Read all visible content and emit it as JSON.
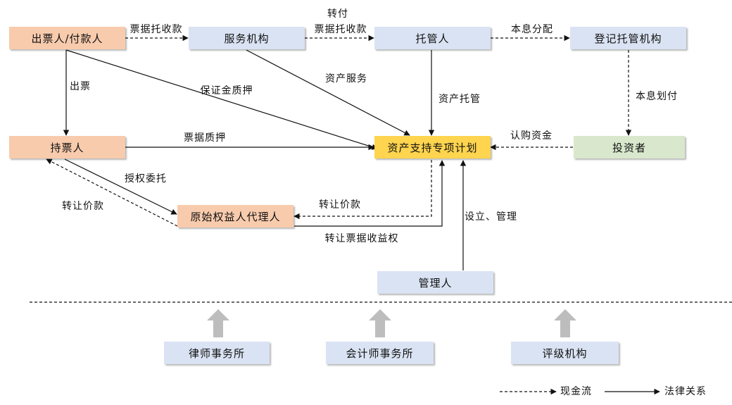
{
  "nodes": {
    "issuer": "出票人/付款人",
    "service": "服务机构",
    "custodian": "托管人",
    "registry": "登记托管机构",
    "holder": "持票人",
    "plan": "资产支持专项计划",
    "investor": "投资者",
    "agent": "原始权益人代理人",
    "manager": "管理人",
    "law_firm": "律师事务所",
    "accounting_firm": "会计师事务所",
    "rating_agency": "评级机构"
  },
  "edges": {
    "bill_collection": "票据托收款",
    "transfer_line1": "转付",
    "transfer_line2": "票据托收款",
    "interest_distribution": "本息分配",
    "issue_bill": "出票",
    "guarantee_pledge": "保证金质押",
    "asset_service": "资产服务",
    "asset_custody": "资产托管",
    "interest_payment": "本息划付",
    "bill_pledge": "票据质押",
    "subscription": "认购资金",
    "authorization": "授权委托",
    "transfer_price_left": "转让价款",
    "transfer_price_right": "转让价款",
    "transfer_bill_rights": "转让票据收益权",
    "establish_manage": "设立、管理"
  },
  "legend": {
    "cash_flow": "现金流",
    "legal_relation": "法律关系"
  },
  "colors": {
    "orange": "#f8cbad",
    "blue": "#dae3f3",
    "green": "#d9e8cd",
    "yellow": "#ffd44e",
    "gray_arrow": "#bdbdbd"
  }
}
